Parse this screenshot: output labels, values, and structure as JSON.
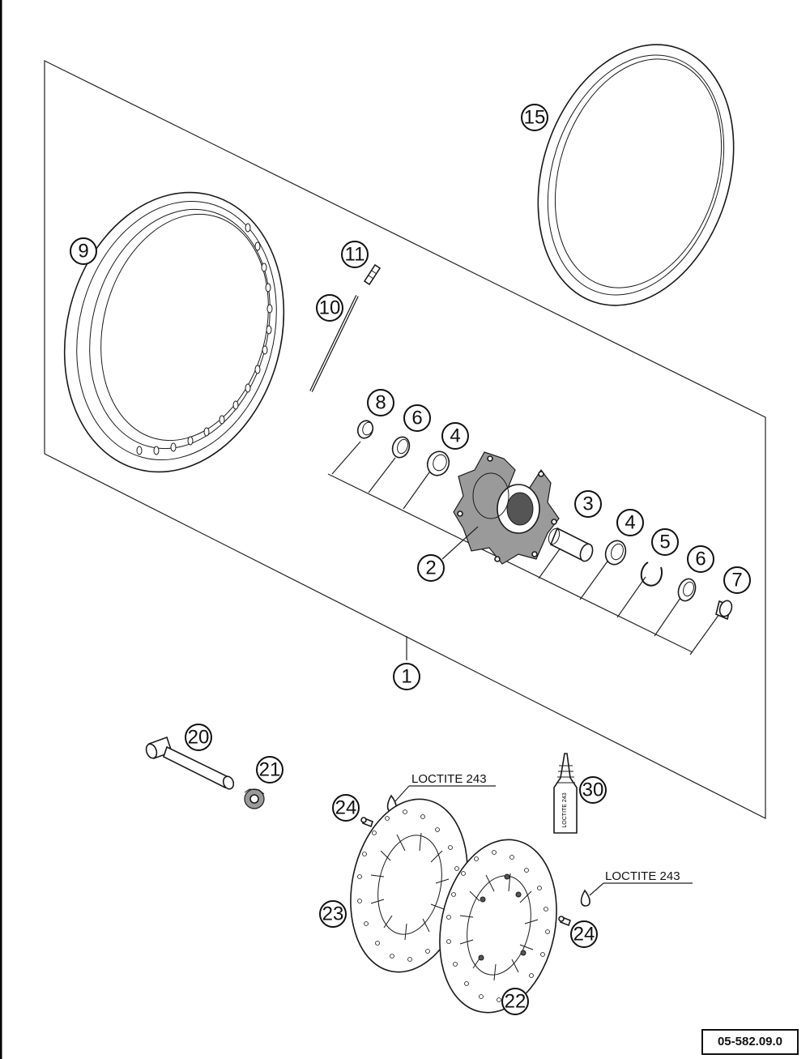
{
  "callouts": [
    "1",
    "2",
    "3",
    "4",
    "4",
    "5",
    "6",
    "6",
    "7",
    "8",
    "9",
    "10",
    "11",
    "15",
    "20",
    "21",
    "22",
    "23",
    "24",
    "24",
    "30"
  ],
  "notes": {
    "loctite_upper": "LOCTITE 243",
    "loctite_lower": "LOCTITE 243",
    "bottle_label": "LOCTITE 243"
  },
  "reference": "05-582.09.0"
}
